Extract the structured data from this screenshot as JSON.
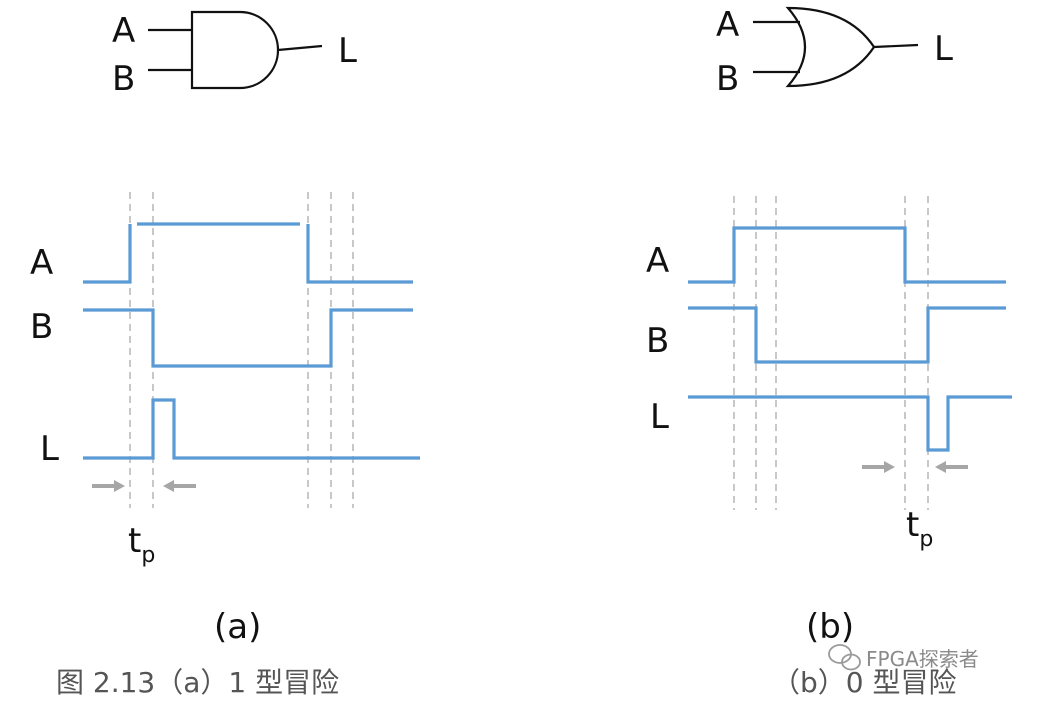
{
  "gates": {
    "and_gate": {
      "input_a": "A",
      "input_b": "B",
      "output": "L"
    },
    "or_gate": {
      "input_a": "A",
      "input_b": "B",
      "output": "L"
    }
  },
  "timing_a": {
    "labels": {
      "a": "A",
      "b": "B",
      "l": "L"
    },
    "tp_main": "t",
    "tp_sub": "p",
    "subcaption": "(a)"
  },
  "timing_b": {
    "labels": {
      "a": "A",
      "b": "B",
      "l": "L"
    },
    "tp_main": "t",
    "tp_sub": "p",
    "subcaption": "(b)"
  },
  "caption": {
    "left": "图 2.13（a）1 型冒险",
    "right": "（b）0 型冒险"
  },
  "watermark": "FPGA探索者",
  "colors": {
    "wave": "#5b9bd5",
    "guide": "#c8c8c8",
    "arrow": "#a6a6a6"
  }
}
